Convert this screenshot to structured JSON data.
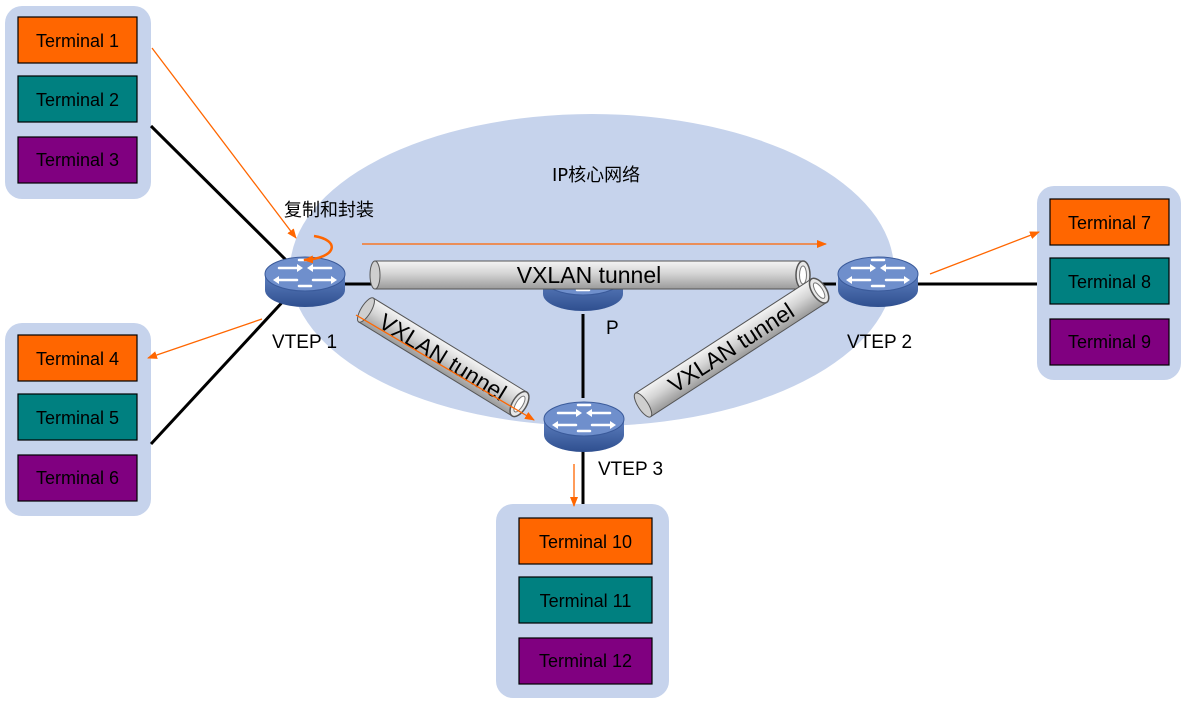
{
  "core_network": {
    "label": "IP核心网络"
  },
  "replicate_label": "复制和封装",
  "tunnels": [
    {
      "label": "VXLAN tunnel"
    },
    {
      "label": "VXLAN tunnel"
    },
    {
      "label": "VXLAN tunnel"
    }
  ],
  "devices": {
    "vtep1": "VTEP 1",
    "vtep2": "VTEP 2",
    "vtep3": "VTEP 3",
    "p": "P"
  },
  "terminal_groups": [
    {
      "terminals": [
        {
          "label": "Terminal 1",
          "color": "#ff6600"
        },
        {
          "label": "Terminal 2",
          "color": "#008080"
        },
        {
          "label": "Terminal 3",
          "color": "#800080"
        }
      ]
    },
    {
      "terminals": [
        {
          "label": "Terminal 4",
          "color": "#ff6600"
        },
        {
          "label": "Terminal 5",
          "color": "#008080"
        },
        {
          "label": "Terminal 6",
          "color": "#800080"
        }
      ]
    },
    {
      "terminals": [
        {
          "label": "Terminal 7",
          "color": "#ff6600"
        },
        {
          "label": "Terminal 8",
          "color": "#008080"
        },
        {
          "label": "Terminal 9",
          "color": "#800080"
        }
      ]
    },
    {
      "terminals": [
        {
          "label": "Terminal 10",
          "color": "#ff6600"
        },
        {
          "label": "Terminal 11",
          "color": "#008080"
        },
        {
          "label": "Terminal 12",
          "color": "#800080"
        }
      ]
    }
  ],
  "colors": {
    "group_background": "#c6d3ec",
    "core_ellipse": "#c6d3ec",
    "flow_arrow": "#ff6600",
    "device_body": "#4a6cae"
  }
}
